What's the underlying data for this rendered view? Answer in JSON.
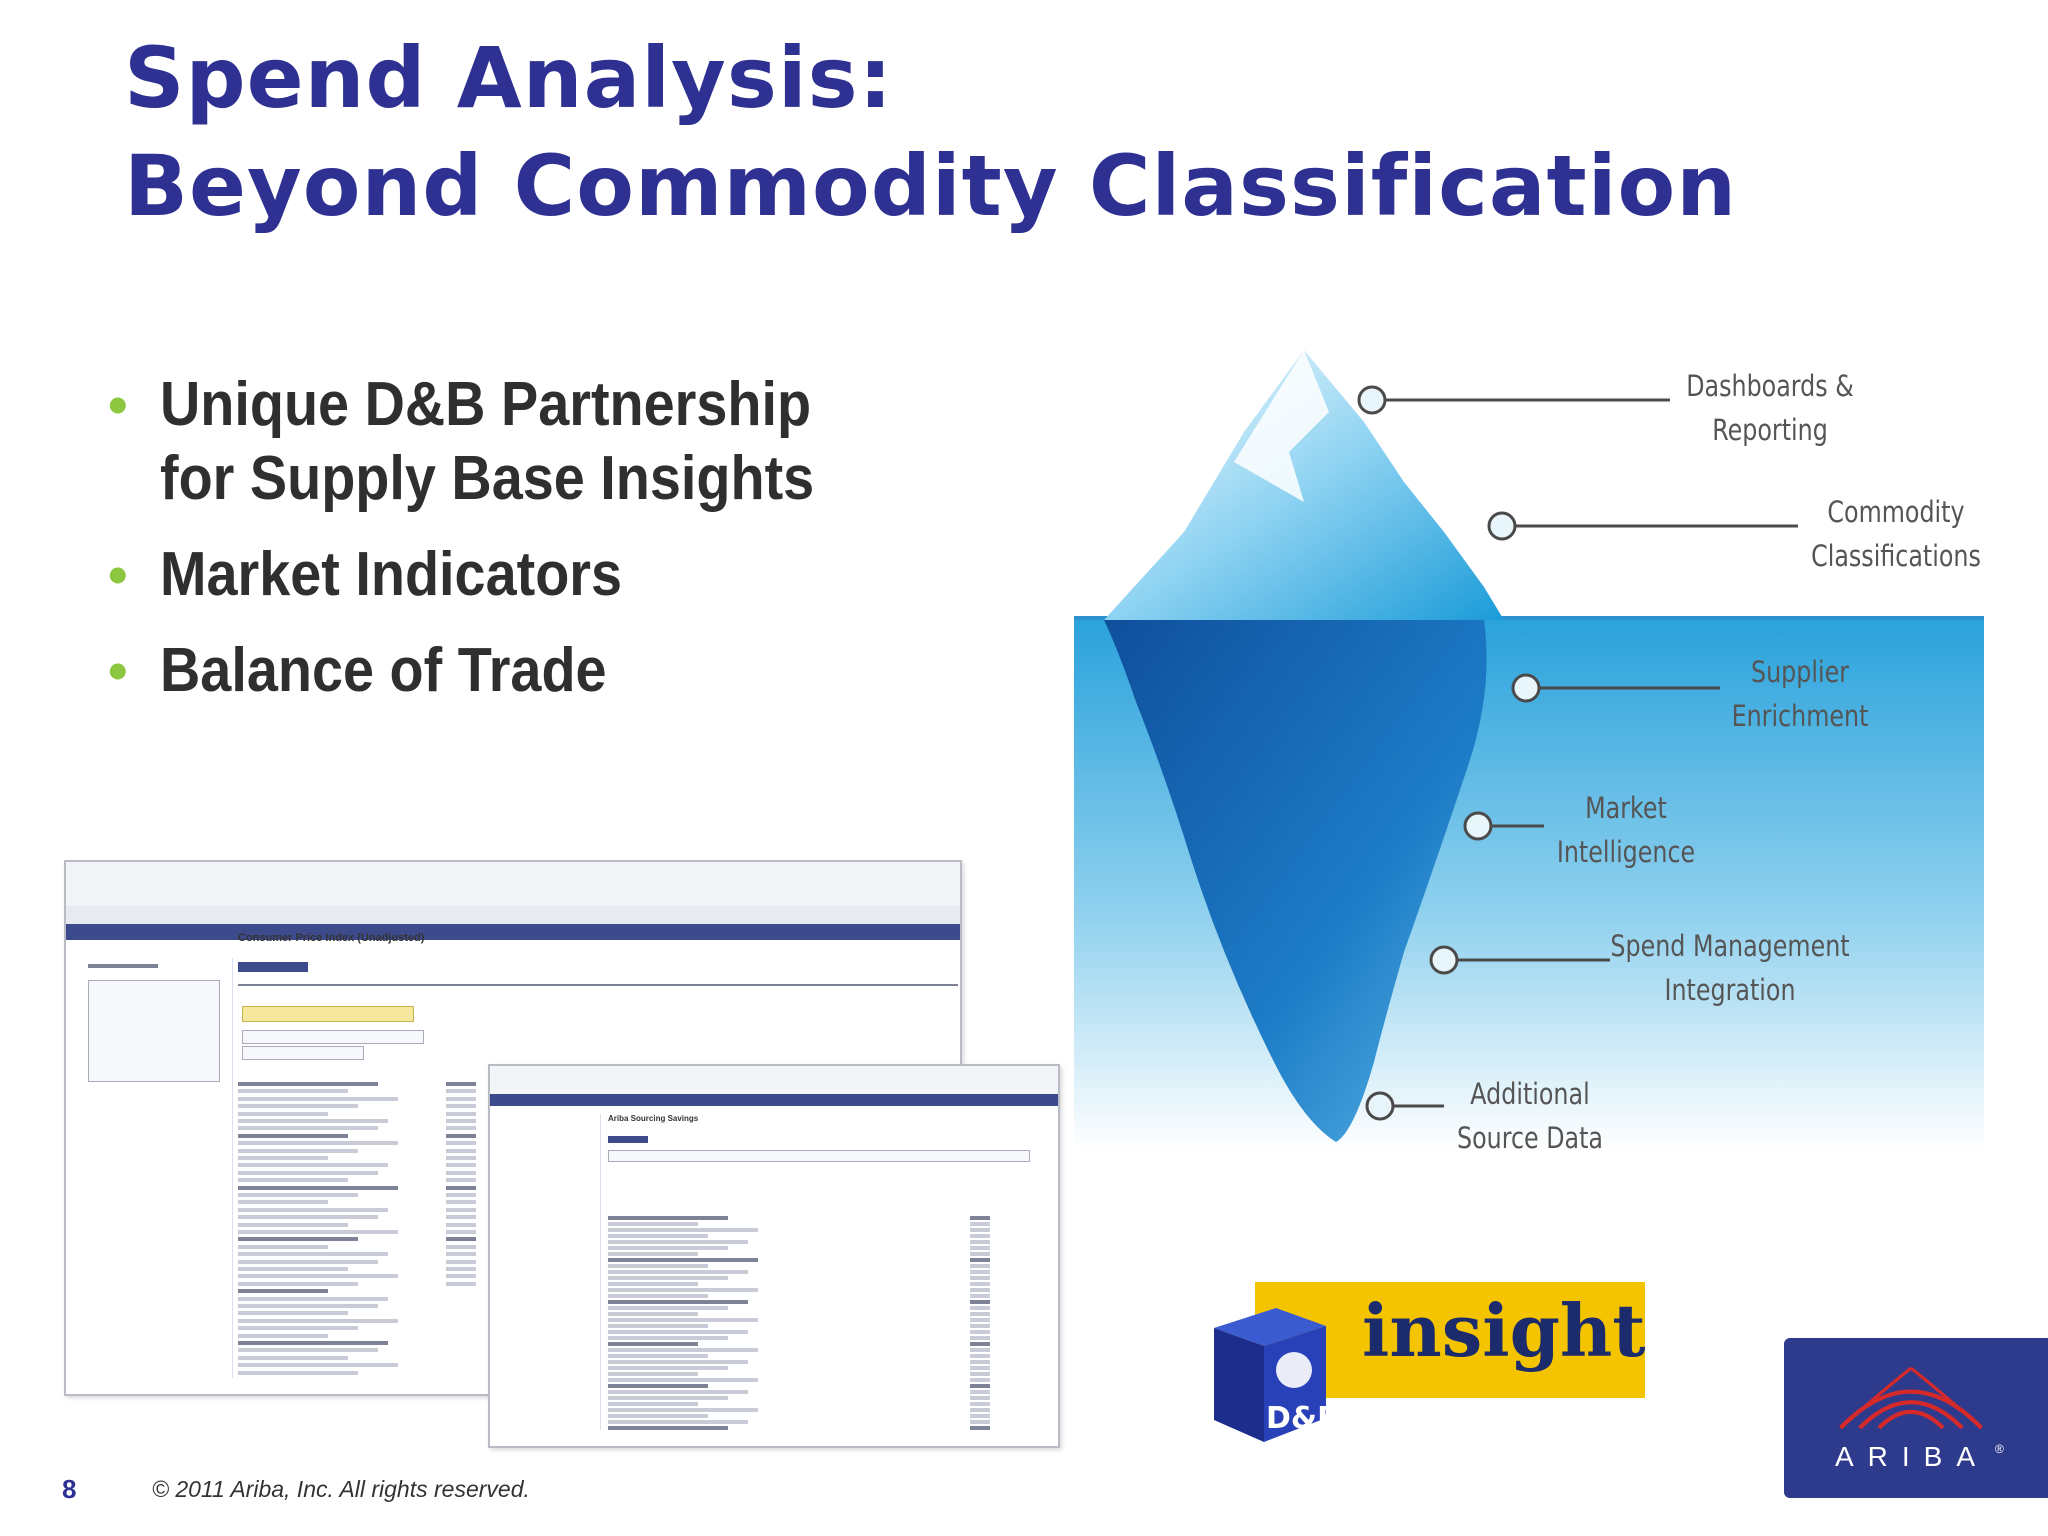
{
  "slide": {
    "title_line1": "Spend Analysis:",
    "title_line2": "Beyond Commodity Classification",
    "bullets": [
      {
        "lines": [
          "Unique D&B Partnership",
          "for Supply Base Insights"
        ]
      },
      {
        "lines": [
          "Market Indicators"
        ]
      },
      {
        "lines": [
          "Balance of Trade"
        ]
      }
    ],
    "bullet_glyph": "•",
    "page_number": "8",
    "copyright": "© 2011 Ariba, Inc. All rights reserved."
  },
  "iceberg": {
    "labels": [
      {
        "lines": [
          "Dashboards &",
          "Reporting"
        ]
      },
      {
        "lines": [
          "Commodity",
          "Classifications"
        ]
      },
      {
        "lines": [
          "Supplier",
          "Enrichment"
        ]
      },
      {
        "lines": [
          "Market",
          "Intelligence"
        ]
      },
      {
        "lines": [
          "Spend Management",
          "Integration"
        ]
      },
      {
        "lines": [
          "Additional",
          "Source Data"
        ]
      }
    ]
  },
  "insight": {
    "word": "insight",
    "cube_label": "D&B"
  },
  "ariba_logo": {
    "word": "ARIBA",
    "registered": "®"
  },
  "screenshot_main": {
    "title": "Consumer Price Index (Unadjusted)"
  },
  "screenshot_overlay": {
    "title": "Ariba Sourcing Savings"
  },
  "colors": {
    "title": "#2e3192",
    "bullet_dot": "#8dc63f",
    "water": "#29a3d8",
    "insight_yellow": "#f4c400",
    "ariba_blue": "#2e3a8c",
    "ariba_red": "#d62a2a"
  }
}
